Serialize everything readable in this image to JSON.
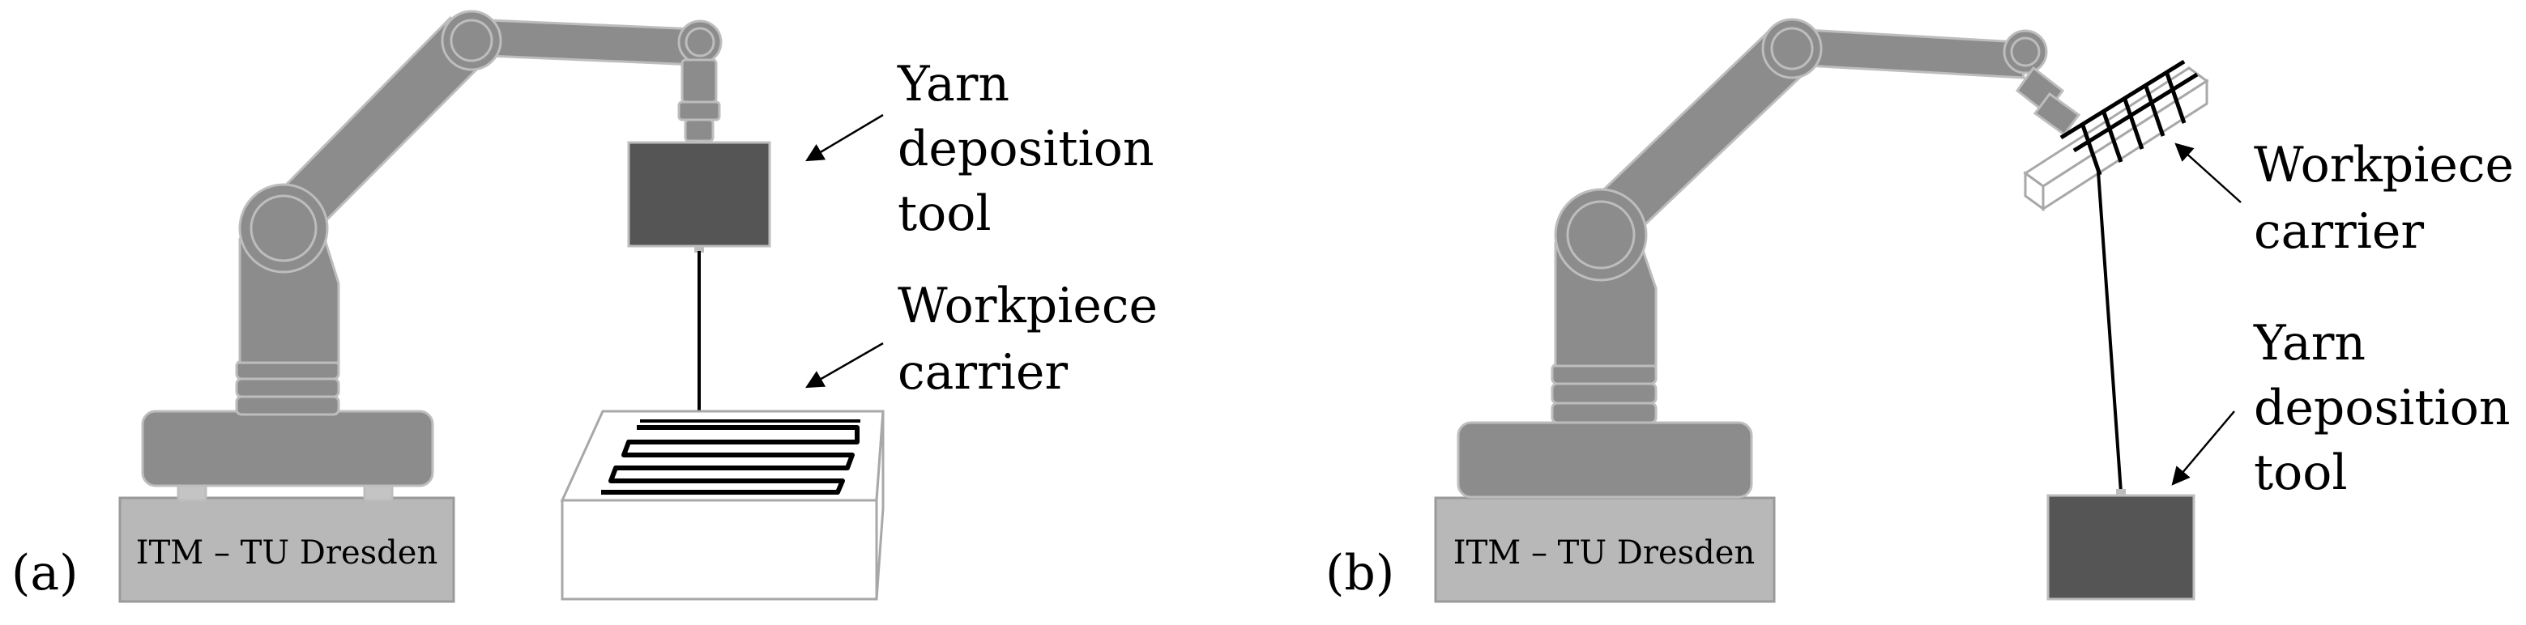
{
  "colors": {
    "robot_fill": "#8c8c8c",
    "robot_stroke": "#bdbdbd",
    "pedestal_fill": "#b8b8b8",
    "tool_fill": "#555555",
    "yarn": "#000000"
  },
  "panel_a": {
    "panel_label": "(a)",
    "pedestal_text": "ITM – TU Dresden",
    "tool_label": [
      "Yarn",
      "deposition",
      "tool"
    ],
    "carrier_label": [
      "Workpiece",
      "carrier"
    ]
  },
  "panel_b": {
    "panel_label": "(b)",
    "pedestal_text": "ITM – TU Dresden",
    "carrier_label": [
      "Workpiece",
      "carrier"
    ],
    "tool_label": [
      "Yarn",
      "deposition",
      "tool"
    ]
  }
}
